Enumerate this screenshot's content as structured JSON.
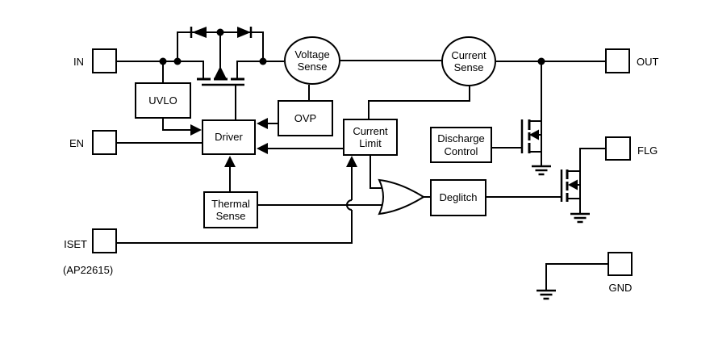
{
  "diagram": {
    "part_note": "(AP22615)",
    "pins": {
      "in": "IN",
      "en": "EN",
      "iset": "ISET",
      "out": "OUT",
      "flg": "FLG",
      "gnd": "GND"
    },
    "blocks": {
      "uvlo": "UVLO",
      "driver": "Driver",
      "ovp": "OVP",
      "thermal_sense": "Thermal Sense",
      "current_limit": "Current Limit",
      "voltage_sense": "Voltage Sense",
      "current_sense": "Current Sense",
      "discharge_control": "Discharge Control",
      "deglitch": "Deglitch"
    },
    "colors": {
      "line": "#000000",
      "background": "#ffffff"
    }
  }
}
